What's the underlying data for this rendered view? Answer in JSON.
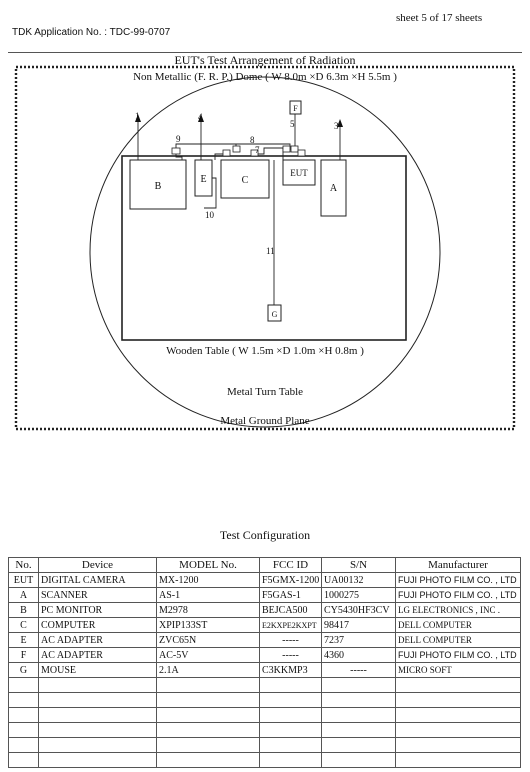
{
  "header": {
    "sheet_label": "sheet  5  of  17  sheets",
    "application_label": "TDK Application No. :  TDC-99-0707"
  },
  "diagram": {
    "title": "EUT's Test Arrangement of Radiation",
    "dome_label": "Non Metallic  (F. R. P.) Dome ( W 8.0m  ×D 6.3m  ×H 5.5m )",
    "table_label": "Wooden Table ( W 1.5m  ×D 1.0m  ×H 0.8m )",
    "turntable_label": "Metal  Turn  Table",
    "ground_label": "Metal  Ground  Plane",
    "devices": {
      "b": "B",
      "e": "E",
      "c": "C",
      "eut": "EUT",
      "a": "A",
      "f": "F",
      "g": "G"
    },
    "cables": {
      "c1": "1",
      "c3": "3",
      "c4": "4",
      "c5": "5",
      "c7": "7",
      "c8": "8",
      "c9": "9",
      "c10": "10",
      "c11": "11"
    }
  },
  "config": {
    "title": "Test Configuration",
    "columns": [
      "No.",
      "Device",
      "MODEL No.",
      "FCC ID",
      "S/N",
      "Manufacturer"
    ],
    "rows": [
      {
        "no": "EUT",
        "device": "DIGITAL  CAMERA",
        "model": "MX-1200",
        "fcc": "F5GMX-1200",
        "sn": "UA00132",
        "mfr": "FUJI PHOTO FILM CO. , LTD"
      },
      {
        "no": "A",
        "device": "SCANNER",
        "model": "AS-1",
        "fcc": "F5GAS-1",
        "sn": "1000275",
        "mfr": "FUJI PHOTO FILM CO. , LTD"
      },
      {
        "no": "B",
        "device": "PC  MONITOR",
        "model": "M2978",
        "fcc": "BEJCA500",
        "sn": "CY5430HF3CV",
        "mfr": "LG ELECTRONICS , INC ."
      },
      {
        "no": "C",
        "device": "COMPUTER",
        "model": "XPIP133ST",
        "fcc": "E2KXPE2KXPT",
        "sn": "98417",
        "mfr": "DELL COMPUTER"
      },
      {
        "no": "E",
        "device": "AC  ADAPTER",
        "model": "ZVC65N",
        "fcc": "-----",
        "sn": "7237",
        "mfr": "DELL COMPUTER"
      },
      {
        "no": "F",
        "device": "AC  ADAPTER",
        "model": "AC-5V",
        "fcc": "-----",
        "sn": "4360",
        "mfr": "FUJI PHOTO FILM CO. , LTD"
      },
      {
        "no": "G",
        "device": "MOUSE",
        "model": "2.1A",
        "fcc": "C3KKMP3",
        "sn": "-----",
        "mfr": "MICRO SOFT"
      }
    ]
  }
}
